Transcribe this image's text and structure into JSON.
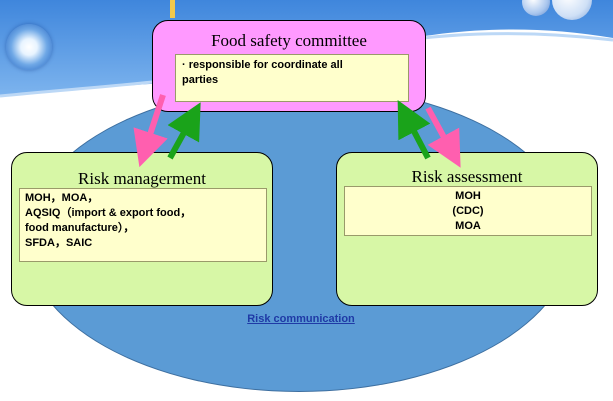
{
  "committee": {
    "title": "Food safety committee",
    "lines": [
      "· responsible for coordinate all",
      "parties"
    ]
  },
  "management": {
    "title": "Risk managerment",
    "lines": [
      "MOH，MOA，",
      "AQSIQ（import & export food，",
      "food manufacture），",
      "SFDA，SAIC"
    ]
  },
  "assessment": {
    "title": "Risk assessment",
    "lines": [
      "MOH",
      "(CDC)",
      "MOA"
    ]
  },
  "communication": {
    "label": "Risk  communication"
  },
  "colors": {
    "committee_fill": "#ff99ff",
    "box_fill": "#d7f7a6",
    "inner_fill": "#ffffcc",
    "ellipse_fill": "#5b9bd5",
    "arrow_pink": "#ff5faf",
    "arrow_green": "#1aa31a",
    "header_blue": "#4f95e0"
  }
}
